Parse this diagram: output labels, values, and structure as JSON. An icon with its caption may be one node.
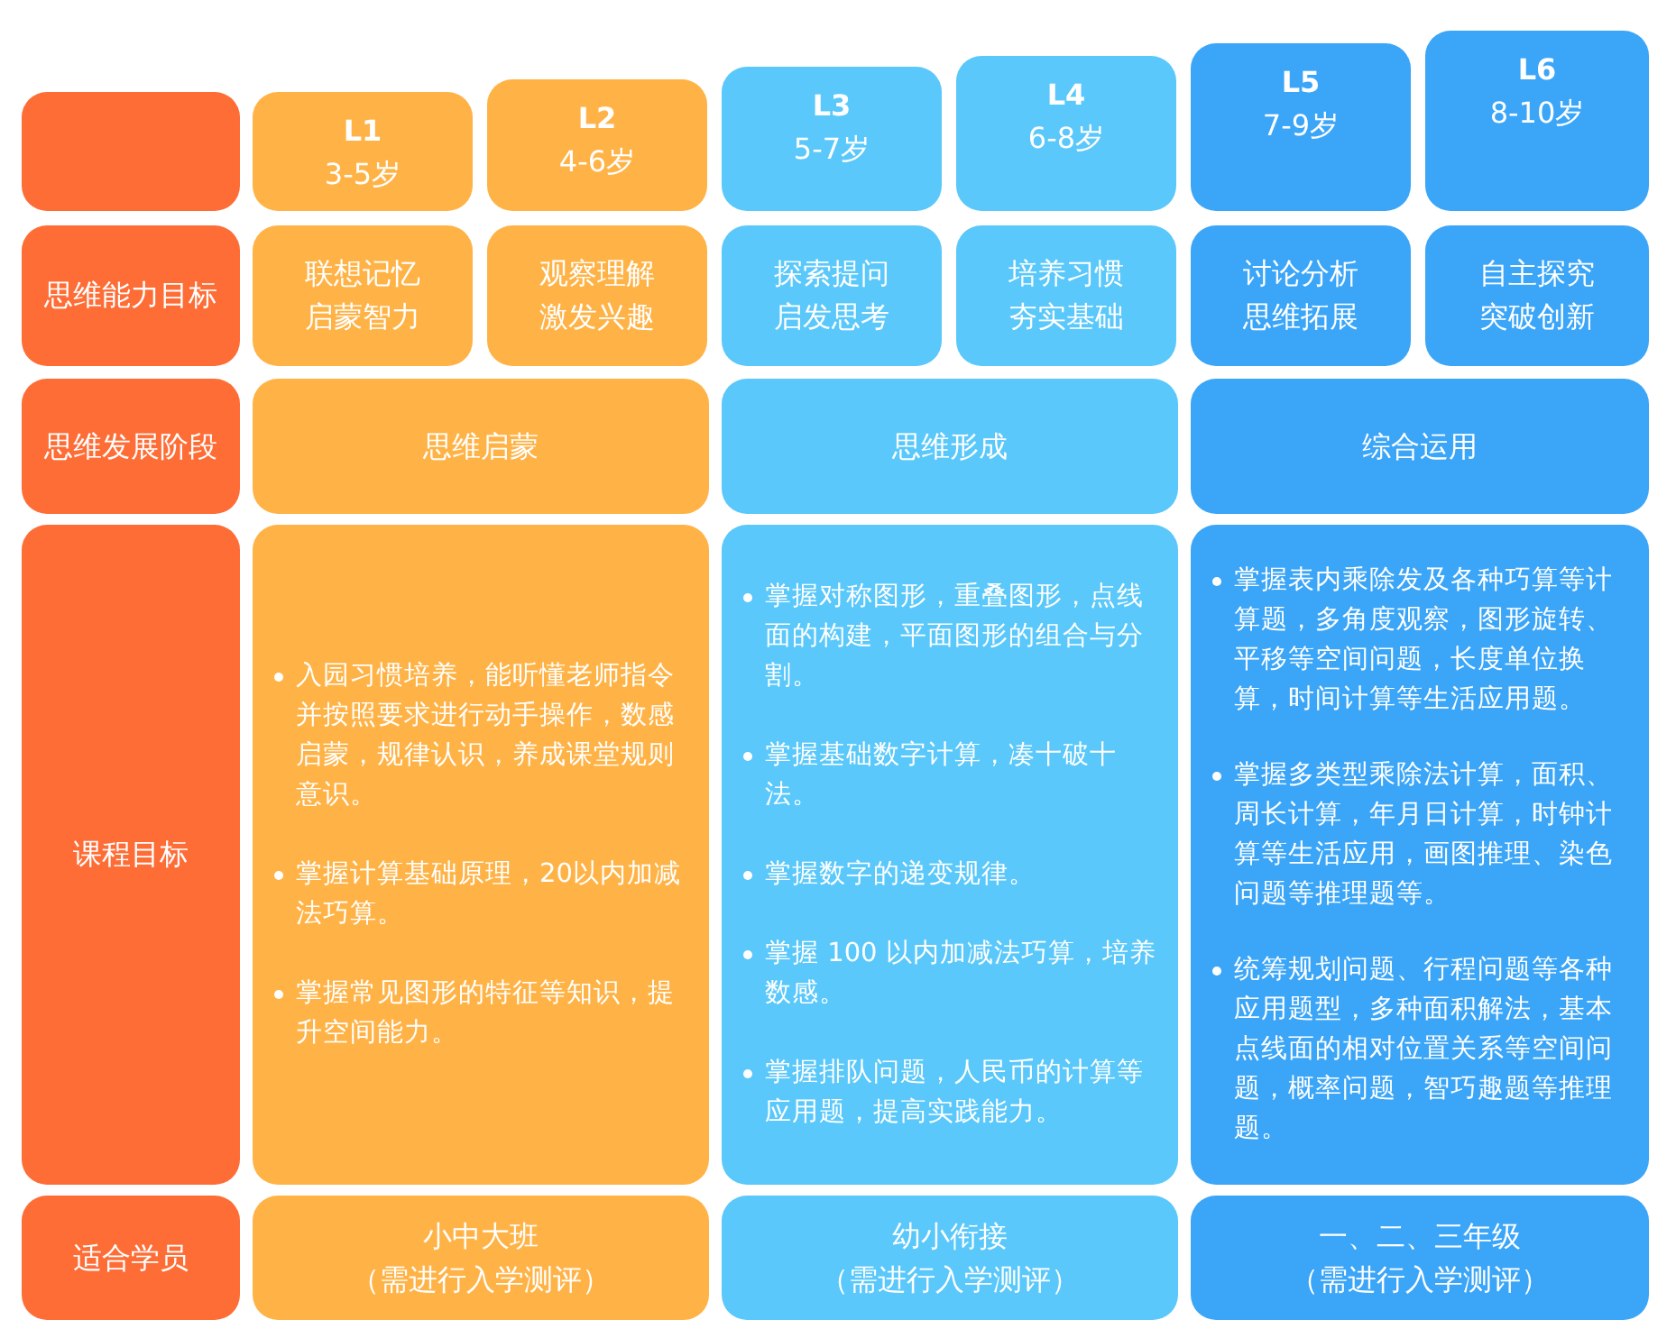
{
  "diagram": {
    "nodes": [
      {
        "text": [],
        "shape": "box"
      },
      {
        "text": [
          "L1",
          "3-5岁"
        ]
      },
      {
        "text": [
          "L2",
          "4-6岁"
        ]
      },
      {
        "text": [
          "L3",
          "5-7岁"
        ]
      },
      {
        "text": [
          "L4",
          "6-8岁"
        ]
      },
      {
        "text": [
          "L5",
          "7-9岁"
        ]
      },
      {
        "text": [
          "L6",
          "8-10岁"
        ]
      },
      {
        "text": [
          "思维能力目标"
        ]
      },
      {
        "text": [
          "联想记忆",
          "启蒙智力"
        ]
      },
      {
        "text": [
          "观察理解",
          "激发兴趣"
        ]
      },
      {
        "text": [
          "探索提问",
          "启发思考"
        ]
      },
      {
        "text": [
          "培养习惯",
          "夯实基础"
        ]
      },
      {
        "text": [
          "讨论分析",
          "思维拓展"
        ]
      },
      {
        "text": [
          "自主探究",
          "突破创新"
        ]
      },
      {
        "text": [
          "思维发展阶段"
        ]
      },
      {
        "text": [
          "思维启蒙"
        ]
      },
      {
        "text": [
          "思维形成"
        ]
      },
      {
        "text": [
          "综合运用"
        ]
      },
      {
        "text": [
          "课程目标"
        ]
      },
      {
        "text": [
          "入园习惯培养，能听懂老师指令并按照要求进行动手操作，数感启蒙，规律认识，养成课堂规则意识。",
          "掌握计算基础原理，20以内加减法巧算。",
          "掌握常见图形的特征等知识，提升空间能力。"
        ]
      },
      {
        "text": [
          "掌握对称图形，重叠图形，点线面的构建，平面图形的组合与分割。",
          "掌握基础数字计算，凑十破十法。",
          "掌握数字的递变规律。",
          "掌握 100 以内加减法巧算，培养数感。",
          "掌握排队问题，人民币的计算等应用题，提高实践能力。"
        ]
      },
      {
        "text": [
          "掌握表内乘除发及各种巧算等计算题，多角度观察，图形旋转、平移等空间问题，长度单位换算，时间计算等生活应用题。",
          "掌握多类型乘除法计算，面积、周长计算，年月日计算，时钟计算等生活应用，画图推理、染色问题等推理题等。",
          "统筹规划问题、行程问题等各种应用题型，多种面积解法，基本点线面的相对位置关系等空间问题，概率问题，智巧趣题等推理题。"
        ]
      },
      {
        "text": [
          "适合学员"
        ]
      },
      {
        "text": [
          "小中大班",
          "（需进行入学测评）"
        ]
      },
      {
        "text": [
          "幼小衔接",
          "（需进行入学测评）"
        ]
      },
      {
        "text": [
          "一、二、三年级",
          "（需进行入学测评）"
        ]
      }
    ]
  }
}
